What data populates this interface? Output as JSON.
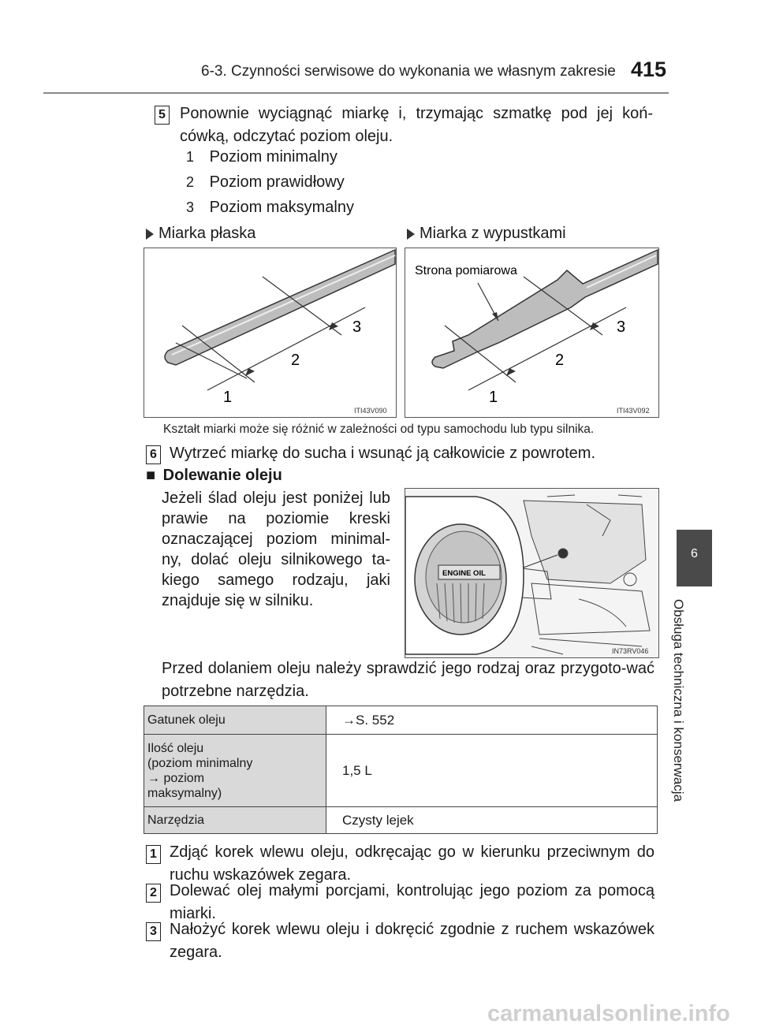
{
  "header": {
    "title": "6-3. Czynności serwisowe do wykonania we własnym zakresie",
    "page_number": "415"
  },
  "side_tab": {
    "number": "6",
    "label": "Obsługa techniczna i konserwacja"
  },
  "step5": {
    "num": "5",
    "text": "Ponownie wyciągnąć miarkę i, trzymając szmatkę pod jej koń-cówką, odczytać poziom oleju.",
    "items": [
      {
        "num": "1",
        "label": "Poziom minimalny"
      },
      {
        "num": "2",
        "label": "Poziom prawidłowy"
      },
      {
        "num": "3",
        "label": "Poziom maksymalny"
      }
    ]
  },
  "dipsticks": {
    "left_title": "Miarka płaska",
    "right_title": "Miarka z wypustkami",
    "right_annotation": "Strona pomiarowa",
    "left_code": "ITI43V090",
    "right_code": "ITI43V092",
    "caption": "Kształt miarki może się różnić w zależności od typu samochodu lub typu silnika.",
    "markers": [
      "1",
      "2",
      "3"
    ]
  },
  "step6": {
    "num": "6",
    "text": "Wytrzeć miarkę do sucha i wsunąć ją całkowicie z powrotem."
  },
  "refill": {
    "heading_marker": "■",
    "heading": "Dolewanie oleju",
    "para": "Jeżeli ślad oleju jest poniżej lub prawie na poziomie kreski oznaczającej poziom minimal-ny, dolać oleju silnikowego ta-kiego samego rodzaju, jaki znajduje się w silniku.",
    "engine_label": "ENGINE OIL",
    "engine_code": "IN73RV046",
    "para2": "Przed dolaniem oleju należy sprawdzić jego rodzaj oraz przygoto-wać potrzebne narzędzia."
  },
  "table": [
    {
      "label": "Gatunek oleju",
      "value": "→S. 552"
    },
    {
      "label_lines": [
        "Ilość oleju",
        "(poziom minimalny",
        "→ poziom",
        "maksymalny)"
      ],
      "value": "1,5 L"
    },
    {
      "label": "Narzędzia",
      "value": "Czysty lejek"
    }
  ],
  "steps_final": [
    {
      "num": "1",
      "text": "Zdjąć korek wlewu oleju, odkręcając go w kierunku przeciwnym do ruchu wskazówek zegara."
    },
    {
      "num": "2",
      "text": "Dolewać olej małymi porcjami, kontrolując jego poziom za pomocą miarki."
    },
    {
      "num": "3",
      "text": "Nałożyć korek wlewu oleju i dokręcić zgodnie z ruchem wskazówek zegara."
    }
  ],
  "watermark": "carmanualsonline.info"
}
